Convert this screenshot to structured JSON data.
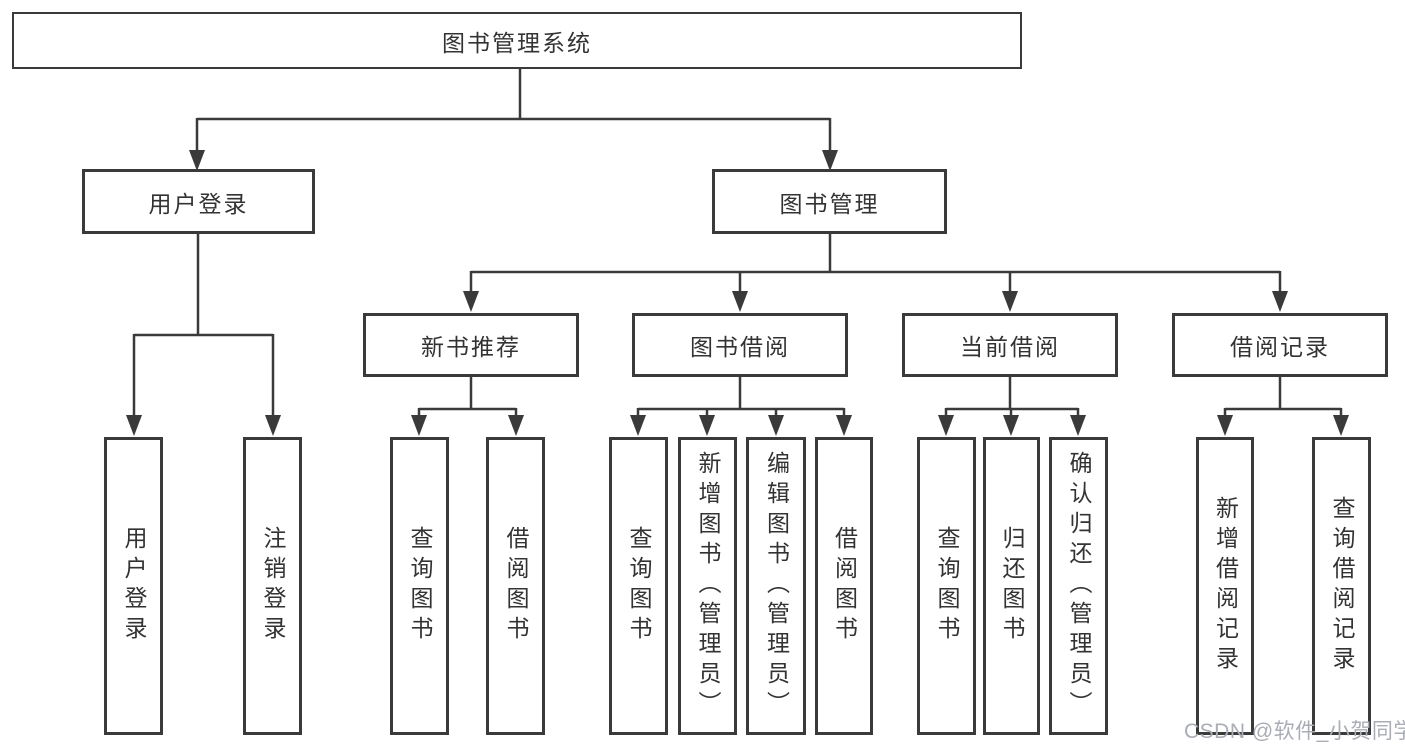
{
  "diagram": {
    "root": "图书管理系统",
    "branches": [
      {
        "label": "用户登录",
        "children": [
          "用户登录",
          "注销登录"
        ]
      },
      {
        "label": "图书管理",
        "sections": [
          {
            "label": "新书推荐",
            "children": [
              "查询图书",
              "借阅图书"
            ]
          },
          {
            "label": "图书借阅",
            "children": [
              "查询图书",
              "新增图书（管理员）",
              "编辑图书（管理员）",
              "借阅图书"
            ]
          },
          {
            "label": "当前借阅",
            "children": [
              "查询图书",
              "归还图书",
              "确认归还（管理员）"
            ]
          },
          {
            "label": "借阅记录",
            "children": [
              "新增借阅记录",
              "查询借阅记录"
            ]
          }
        ]
      }
    ]
  },
  "watermark": "CSDN @软件_小贺同学",
  "colors": {
    "line": "#3a3a3a",
    "box_border": "#3a3a3a",
    "text": "#333333",
    "watermark": "#a9adb5",
    "background": "#ffffff"
  }
}
